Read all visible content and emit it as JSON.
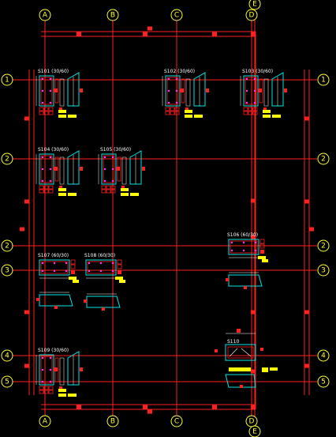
{
  "drawing": {
    "background": "#000000",
    "colors": {
      "grid": "#ff2020",
      "bubble": "#ffff33",
      "beam_outline": "#00e5e5",
      "rebar": "#ff2020",
      "tag_yellow": "#ffff00",
      "text": "#ffffff",
      "accent_magenta": "#ff33ff"
    },
    "axes_x": [
      {
        "id": "ax-A",
        "label": "A"
      },
      {
        "id": "ax-B",
        "label": "B"
      },
      {
        "id": "ax-C",
        "label": "C"
      },
      {
        "id": "ax-D",
        "label": "D"
      },
      {
        "id": "ax-E",
        "label": "E"
      }
    ],
    "axes_y": [
      {
        "id": "ax-1",
        "label": "1"
      },
      {
        "id": "ax-2a",
        "label": "2"
      },
      {
        "id": "ax-2b",
        "label": "2"
      },
      {
        "id": "ax-3",
        "label": "3"
      },
      {
        "id": "ax-4",
        "label": "4"
      },
      {
        "id": "ax-5",
        "label": "5"
      }
    ],
    "columns": [
      {
        "id": "S101",
        "label": "S101 (30/60)"
      },
      {
        "id": "S102",
        "label": "S102 (30/60)"
      },
      {
        "id": "S103",
        "label": "S103 (30/60)"
      },
      {
        "id": "S104",
        "label": "S104 (30/60)"
      },
      {
        "id": "S105",
        "label": "S105 (30/60)"
      },
      {
        "id": "S106",
        "label": "S106 (60/30)"
      },
      {
        "id": "S107",
        "label": "S107 (60/30)"
      },
      {
        "id": "S108",
        "label": "S108 (60/30)"
      },
      {
        "id": "S109",
        "label": "S109 (30/60)"
      },
      {
        "id": "S110",
        "label": "S110"
      }
    ]
  }
}
